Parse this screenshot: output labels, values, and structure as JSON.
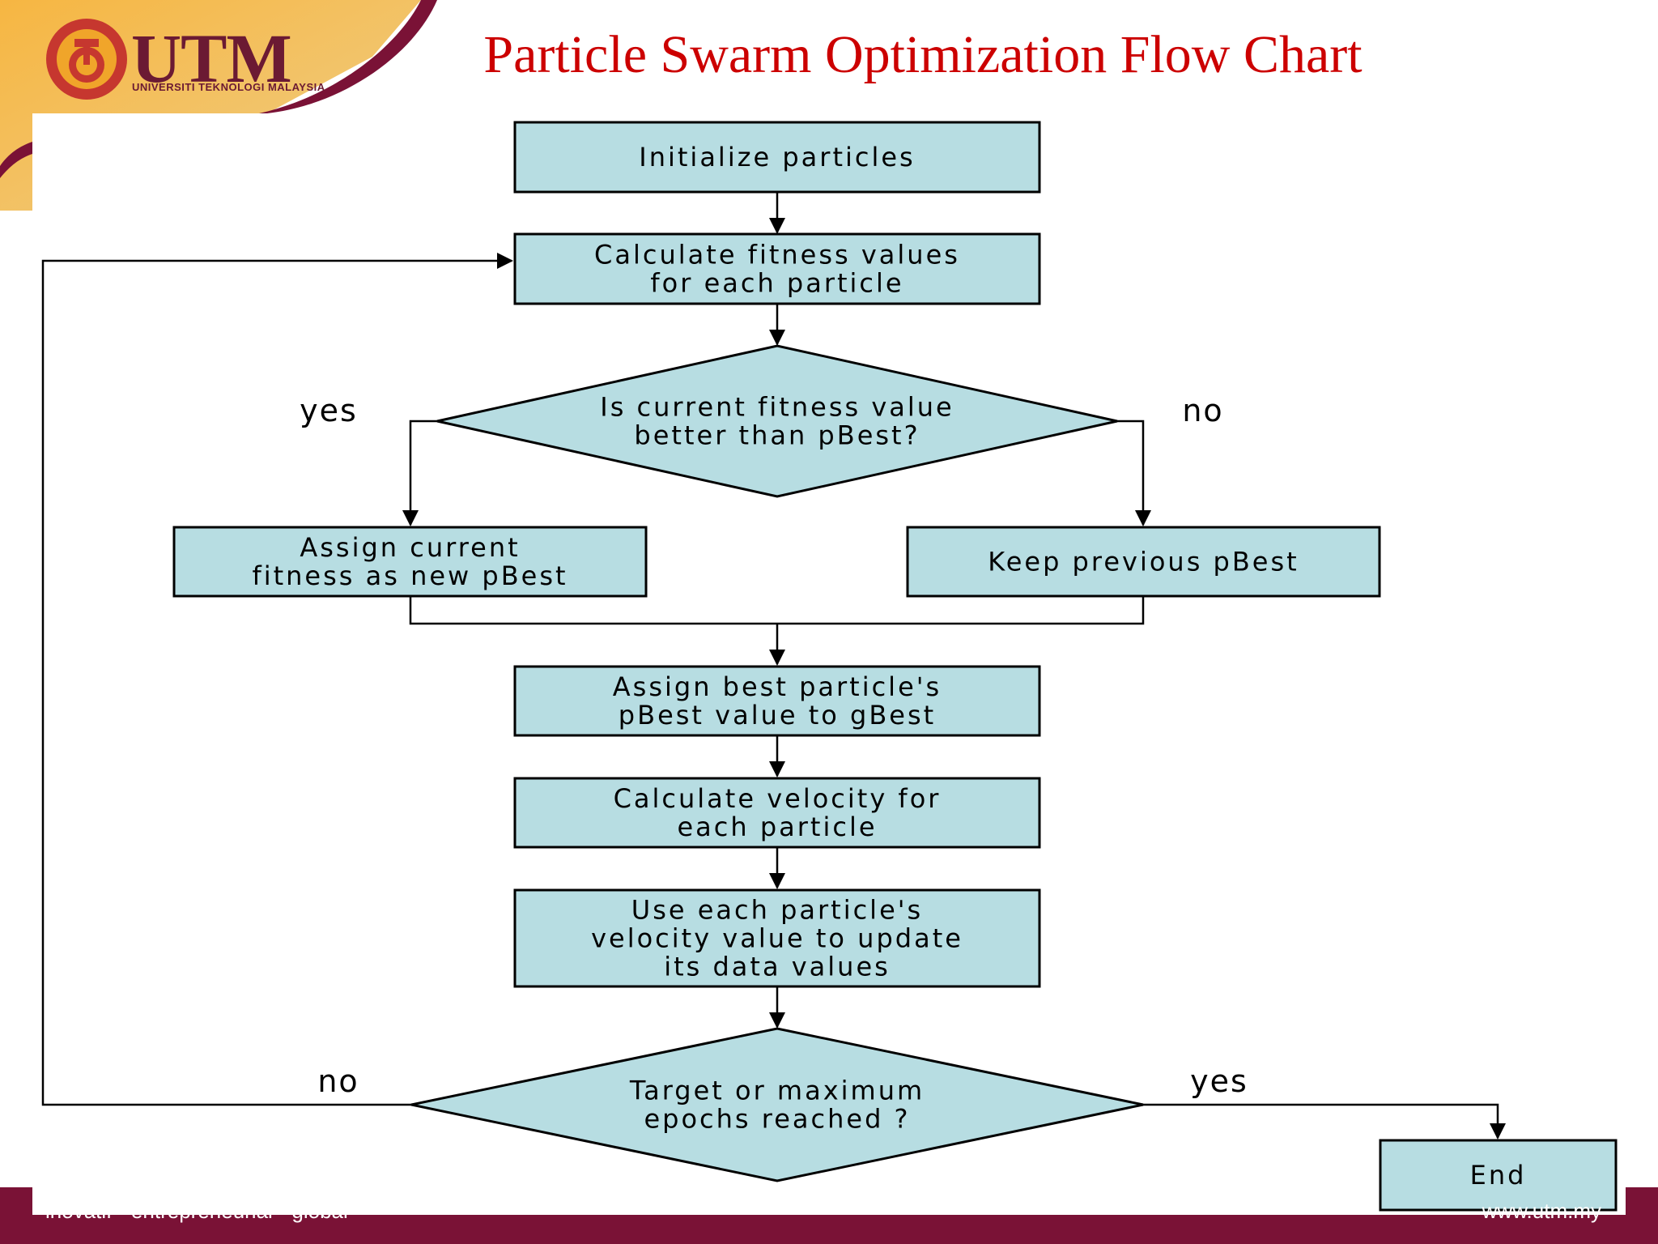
{
  "slide_title": "Particle Swarm Optimization Flow Chart",
  "logo": {
    "name": "UTM",
    "subtitle": "UNIVERSITI TEKNOLOGI MALAYSIA"
  },
  "footer": {
    "left": "inovatif • entrepreneurial • global",
    "right": "www.utm.my"
  },
  "colors": {
    "box_fill": "#b7dde2",
    "title": "#cc0000",
    "maroon": "#7a1236",
    "gold": "#f0a52a"
  },
  "flowchart": {
    "initialize": [
      "Initialize particles"
    ],
    "fitness": [
      "Calculate fitness values",
      "for each particle"
    ],
    "decision1": [
      "Is current fitness value",
      "better than pBest?"
    ],
    "assign_pbest": [
      "Assign current",
      "fitness as new pBest"
    ],
    "keep_pbest": [
      "Keep previous pBest"
    ],
    "gbest": [
      "Assign best particle's",
      "pBest value to gBest"
    ],
    "velocity": [
      "Calculate velocity for",
      "each particle"
    ],
    "update": [
      "Use each particle's",
      "velocity value to update",
      "its data values"
    ],
    "decision2": [
      "Target or maximum",
      "epochs reached ?"
    ],
    "end": [
      "End"
    ],
    "labels": {
      "d1_yes": "yes",
      "d1_no": "no",
      "d2_no": "no",
      "d2_yes": "yes"
    }
  }
}
